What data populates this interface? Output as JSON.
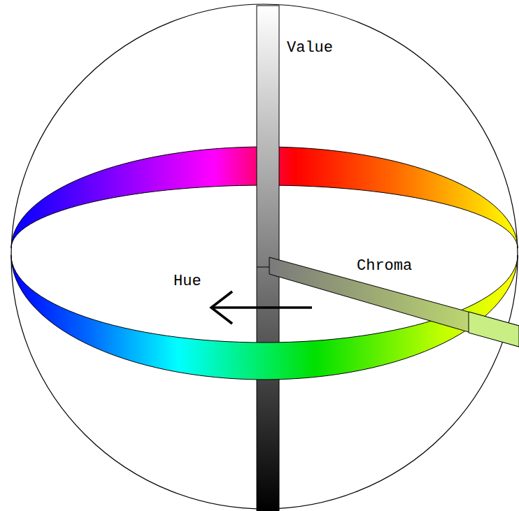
{
  "diagram": {
    "labels": [
      "Value",
      "Chroma",
      "Hue"
    ]
  }
}
